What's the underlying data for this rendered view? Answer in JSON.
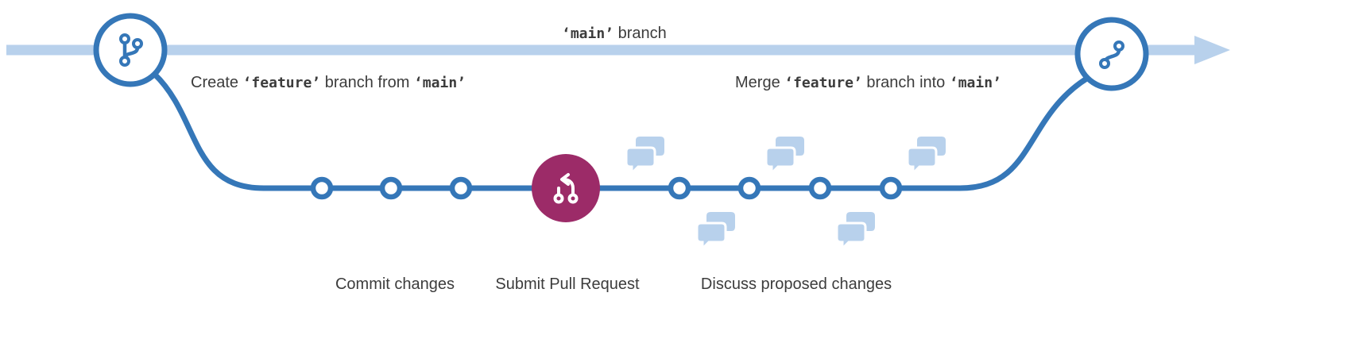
{
  "colors": {
    "light_blue": "#b8d1ec",
    "blue": "#3577b8",
    "purple": "#9c2b68",
    "text": "#3c3c3c"
  },
  "labels": {
    "main_branch": {
      "code": "‘main’",
      "suffix": " branch"
    },
    "create_branch": {
      "p1": "Create ",
      "feature_code": "‘feature’",
      "p2": " branch from ",
      "main_code": "‘main’"
    },
    "merge_branch": {
      "p1": "Merge ",
      "feature_code": "‘feature’",
      "p2": " branch into ",
      "main_code": "‘main’"
    },
    "commit_changes": "Commit changes",
    "submit_pull_request": "Submit Pull Request",
    "discuss_changes": "Discuss proposed changes"
  },
  "icons": {
    "left_node": "git-branch-icon",
    "right_node": "git-merge-icon",
    "center_node": "pull-request-icon",
    "discussion": "chat-bubbles-icon",
    "main_line_end": "arrow-right-icon"
  }
}
